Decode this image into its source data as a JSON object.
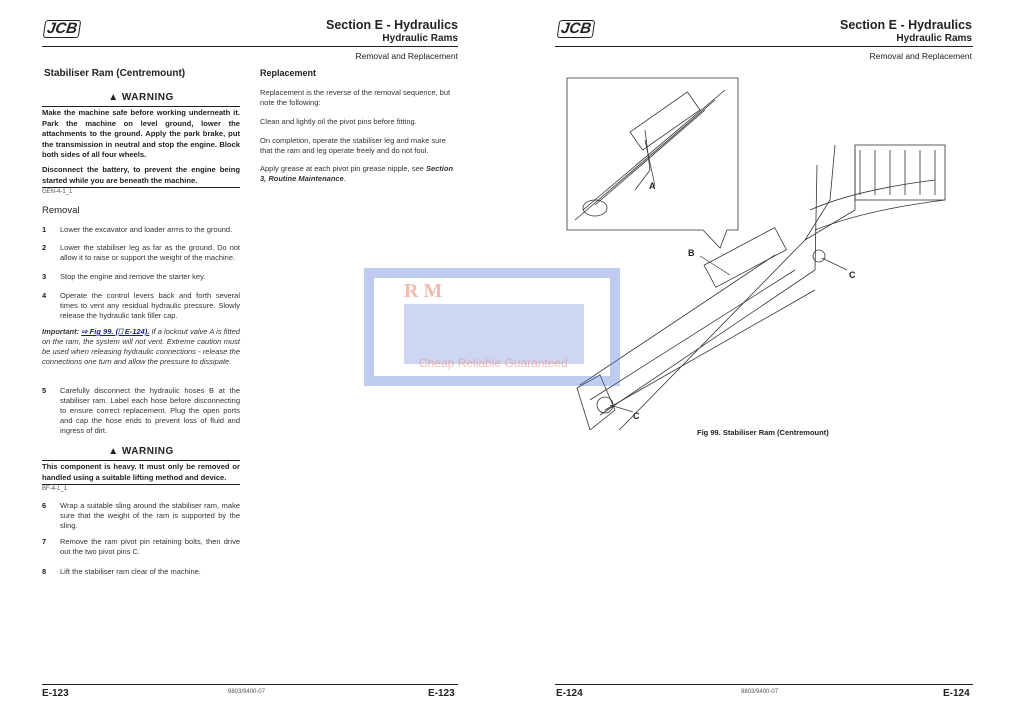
{
  "left_page": {
    "logo": "JCB",
    "section_title": "Section E - Hydraulics",
    "subsection": "Hydraulic Rams",
    "topic": "Removal and Replacement",
    "title": "Stabiliser Ram (Centremount)",
    "warning1": {
      "heading": "WARNING",
      "p1": "Make the machine safe before working underneath it. Park the machine on level ground, lower the attachments to the ground. Apply the park brake, put the transmission in neutral and stop the engine. Block both sides of all four wheels.",
      "p2": "Disconnect the battery, to prevent the engine being started while you are beneath the machine.",
      "code": "GEN-4-1_1"
    },
    "removal_heading": "Removal",
    "steps": [
      {
        "n": "1",
        "text": "Lower the excavator and loader arms to the ground."
      },
      {
        "n": "2",
        "text": "Lower the stabiliser leg as far as the ground. Do not allow it to raise or support the weight of the machine."
      },
      {
        "n": "3",
        "text": "Stop the engine and remove the starter key."
      },
      {
        "n": "4",
        "text": "Operate the control levers back and forth several times to vent any residual hydraulic pressure. Slowly release the hydraulic tank filler cap."
      },
      {
        "n": "5",
        "text": "Carefully disconnect the hydraulic hoses B at the stabiliser ram. Label each hose before disconnecting to ensure correct replacement. Plug the open ports and cap the hose ends to prevent loss of fluid and ingress of dirt."
      },
      {
        "n": "6",
        "text": "Wrap a suitable sling around the stabiliser ram, make sure that the weight of the ram is supported by the sling."
      },
      {
        "n": "7",
        "text": "Remove the ram pivot pin retaining bolts, then drive out the two pivot pins C."
      },
      {
        "n": "8",
        "text": "Lift the stabiliser ram clear of the machine."
      }
    ],
    "important": {
      "label": "Important:",
      "link": "⇨ Fig 99. (⎕ E-124).",
      "text": "If a lockout valve A is fitted on the ram, the system will not vent. Extreme caution must be used when releasing hydraulic connections - release the connections one turn and allow the pressure to dissipate."
    },
    "warning2": {
      "heading": "WARNING",
      "text": "This component is heavy. It must only be removed or handled using a suitable lifting method and device.",
      "code": "BF-4-1_1"
    },
    "replacement": {
      "heading": "Replacement",
      "p1": "Replacement is the reverse of the removal sequence, but note the following:",
      "p2": "Clean and lightly oil the pivot pins before fitting.",
      "p3": "On completion, operate the stabiliser leg and make sure that the ram and leg operate freely and do not foul.",
      "p4": "Apply grease at each pivot pin grease nipple, see",
      "p4_ref": "Section 3, Routine Maintenance",
      "p4_end": "."
    },
    "footer": {
      "page": "E-123",
      "doc": "9803/9400-07"
    }
  },
  "right_page": {
    "logo": "JCB",
    "section_title": "Section E - Hydraulics",
    "subsection": "Hydraulic Rams",
    "topic": "Removal and Replacement",
    "figure": {
      "labels": {
        "a": "A",
        "b": "B",
        "c1": "C",
        "c2": "C"
      },
      "caption": "Fig 99. Stabiliser Ram (Centremount)"
    },
    "footer": {
      "page": "E-124",
      "doc": "9803/9400-07"
    }
  },
  "watermark": {
    "initials": "R M",
    "tagline": "Cheap Reliable Guaranteed"
  }
}
